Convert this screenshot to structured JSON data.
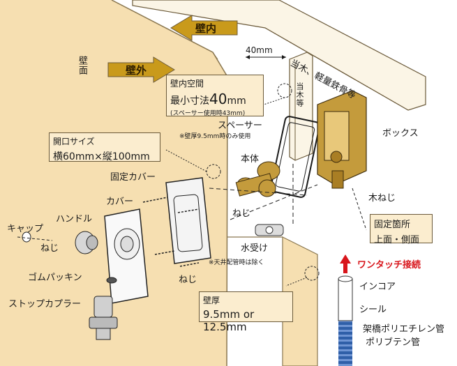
{
  "diagram": {
    "wall_inside": "壁内",
    "wall_outside": "壁外",
    "wall_surface": "壁面",
    "stud_label": "当木、軽量鉄骨等",
    "stud_short": "当木等",
    "dim_40": "40mm",
    "inner_space": {
      "title": "壁内空間",
      "line1_prefix": "最小寸法",
      "line1_value": "40",
      "line1_unit": "mm",
      "note": "(スペーサー使用時43mm)"
    },
    "opening": {
      "title": "開口サイズ",
      "text": "横60mm×縦100mm"
    },
    "spacer": "スペーサー",
    "spacer_note": "※壁厚9.5mm時のみ使用",
    "box": "ボックス",
    "body": "本体",
    "fixing_cover": "固定カバー",
    "cap": "キャップ",
    "handle": "ハンドル",
    "cover": "カバー",
    "screw": "ねじ",
    "wood_screw": "木ねじ",
    "fixing_points": {
      "line1": "固定箇所",
      "line2": "上面・側面"
    },
    "receiver": "水受け",
    "receiver_note": "※天井配管時は除く",
    "one_touch": "ワンタッチ接続",
    "rubber_packing": "ゴムパッキン",
    "stop_coupler": "ストップカプラー",
    "wall_thickness": {
      "title": "壁厚",
      "text": "9.5mm or 12.5mm"
    },
    "incore": "インコア",
    "seal": "シール",
    "pipe1": "架橋ポリエチレン管",
    "pipe2": "ポリブテン管"
  },
  "colors": {
    "wall": "#f6dfb1",
    "wall_edge": "#c9b48a",
    "arrow_gold": "#c99a1b",
    "box_fill": "#fbedcf",
    "brass": "#c49b3c",
    "accent_red": "#d8151b",
    "pipe_blue": "#2f5fa8"
  }
}
